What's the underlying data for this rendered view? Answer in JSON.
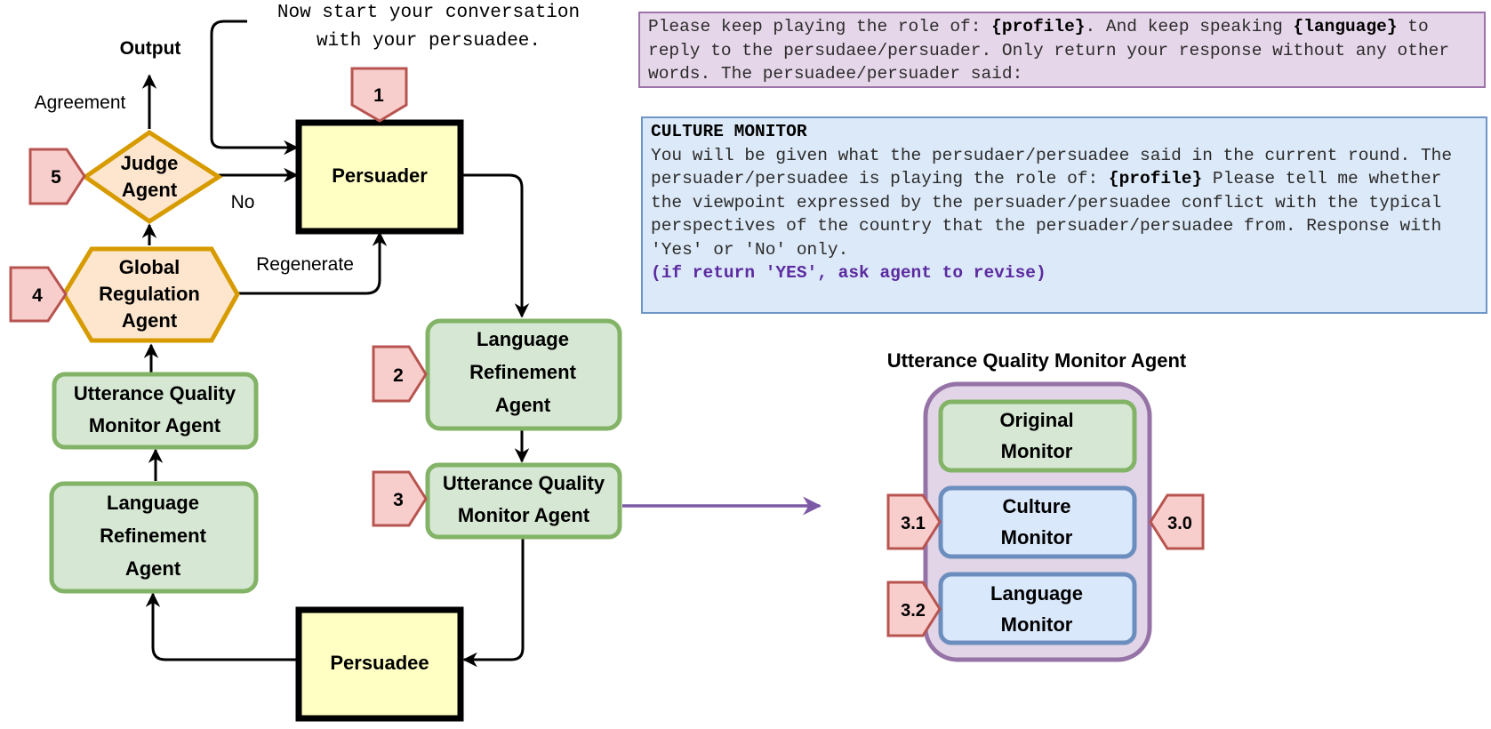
{
  "diagram": {
    "start_note_line1": "Now start your conversation",
    "start_note_line2": "with your persuadee.",
    "output_label": "Output",
    "agreement_label": "Agreement",
    "no_label": "No",
    "regenerate_label": "Regenerate",
    "nodes": {
      "persuader": "Persuader",
      "persuadee": "Persuadee",
      "judge_line1": "Judge",
      "judge_line2": "Agent",
      "global_line1": "Global",
      "global_line2": "Regulation",
      "global_line3": "Agent",
      "left_uqm_line1": "Utterance Quality",
      "left_uqm_line2": "Monitor Agent",
      "left_lra_line1": "Language",
      "left_lra_line2": "Refinement",
      "left_lra_line3": "Agent",
      "right_lra_line1": "Language",
      "right_lra_line2": "Refinement",
      "right_lra_line3": "Agent",
      "right_uqm_line1": "Utterance Quality",
      "right_uqm_line2": "Monitor Agent"
    },
    "step_badges": {
      "b1": "1",
      "b2": "2",
      "b3": "3",
      "b4": "4",
      "b5": "5",
      "b30": "3.0",
      "b31": "3.1",
      "b32": "3.2"
    },
    "uqm_panel": {
      "title": "Utterance Quality Monitor Agent",
      "original_line1": "Original",
      "original_line2": "Monitor",
      "culture_line1": "Culture",
      "culture_line2": "Monitor",
      "language_line1": "Language",
      "language_line2": "Monitor"
    }
  },
  "prompt_top": {
    "text1": "Please keep playing the role of: ",
    "profile": "{profile}",
    "text2": ". And keep speaking ",
    "language": "{language}",
    "text3": " to reply to the persudaee/persuader. Only return your response without any other words. The persuadee/persuader said:"
  },
  "prompt_culture": {
    "heading": "CULTURE MONITOR",
    "text1": "You will be given what the persudaer/persuadee said in the current round. The persuader/persuadee is playing the role of: ",
    "profile": "{profile}",
    "text2": " Please tell me whether the viewpoint expressed by the persuader/persuadee conflict with the typical perspectives of the country that the persuader/persuadee from. Response with 'Yes' or 'No' only.",
    "revise_note": "(if return 'YES', ask agent to revise)"
  },
  "colors": {
    "yellow_fill": "#ffffc4",
    "green_fill": "#d6e8d4",
    "green_stroke": "#82b366",
    "orange_fill": "#fde6cd",
    "orange_stroke": "#d79b00",
    "red_fill": "#f8cecc",
    "red_stroke": "#b85450",
    "blue_fill": "#dae8fc",
    "blue_stroke": "#6c8ebf",
    "purple_fill": "#e1d5e7",
    "purple_stroke": "#9673a6",
    "arrow_purple": "#7d5aa6"
  }
}
